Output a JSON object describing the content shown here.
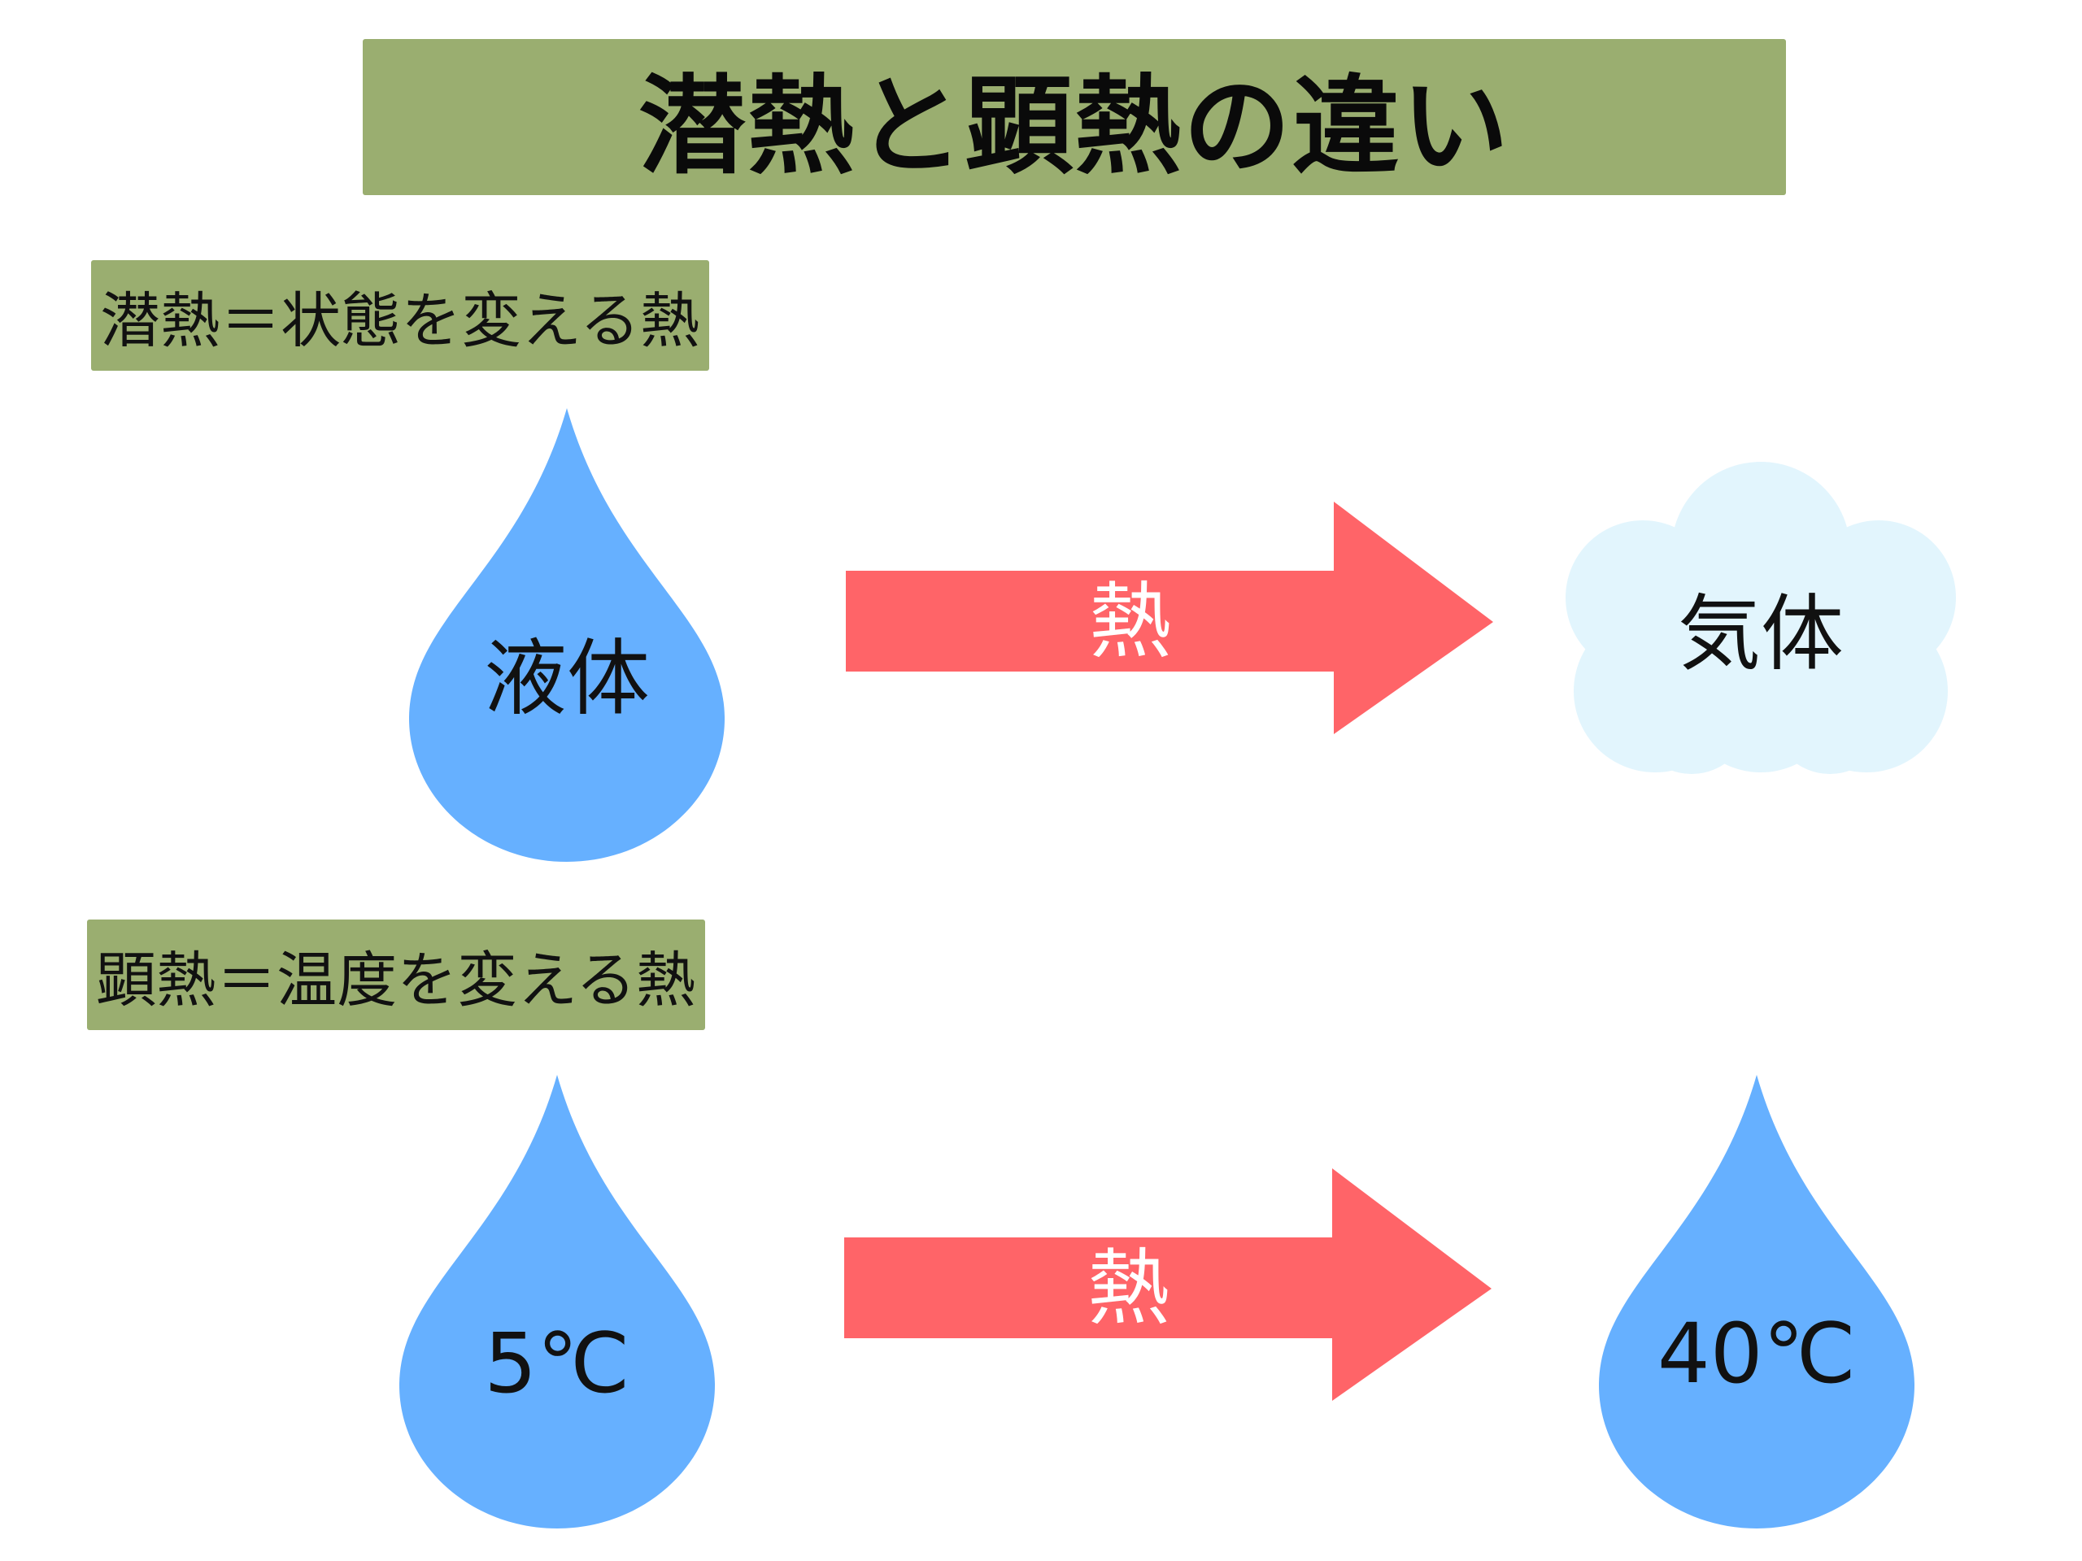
{
  "title": "潜熱と顕熱の違い",
  "latent": {
    "label": "潜熱＝状態を変える熱",
    "from": "液体",
    "arrow": "熱",
    "to": "気体"
  },
  "sensible": {
    "label": "顕熱＝温度を変える熱",
    "from": "5℃",
    "arrow": "熱",
    "to": "40℃"
  },
  "colors": {
    "banner": "#9aae70",
    "drop": "#66b0ff",
    "cloud": "#e2f5fd",
    "arrow": "#ff6468"
  }
}
